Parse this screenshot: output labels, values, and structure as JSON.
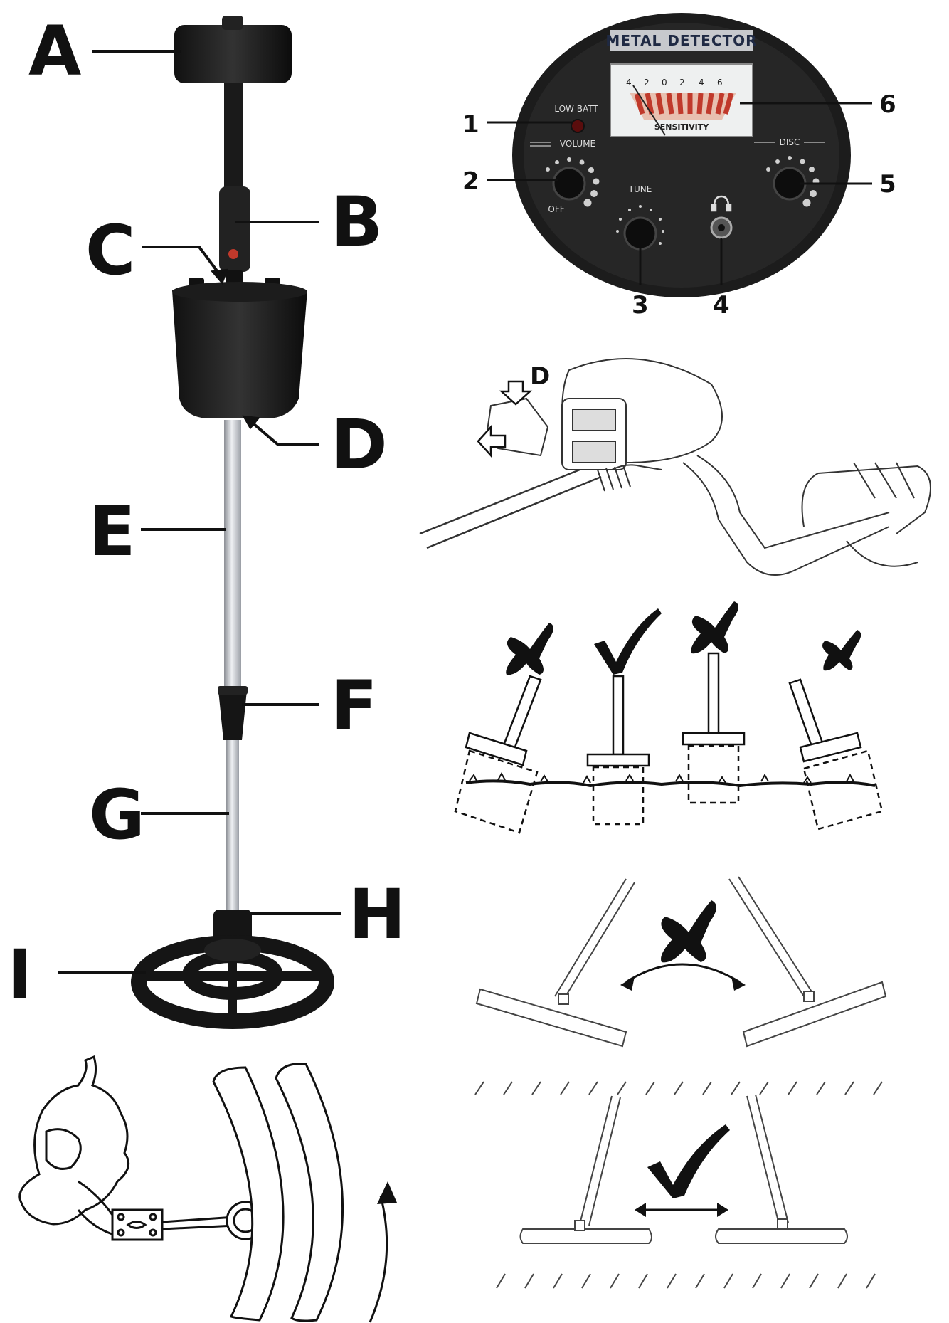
{
  "parts": {
    "A": "A",
    "B": "B",
    "C": "C",
    "D": "D",
    "E": "E",
    "F": "F",
    "G": "G",
    "H": "H",
    "I": "I"
  },
  "panel": {
    "title": "METAL DETECTOR",
    "low_batt": "LOW BATT",
    "volume": "VOLUME",
    "off": "OFF",
    "tune": "TUNE",
    "disc": "DISC",
    "meter_scale": [
      "4",
      "2",
      "0",
      "2",
      "4",
      "6"
    ],
    "meter_word": "SENSITIVITY",
    "callouts": [
      "1",
      "2",
      "3",
      "4",
      "5",
      "6"
    ]
  },
  "battery_detail": {
    "label": "D"
  },
  "icons": [
    "headphone-icon",
    "check-mark-icon",
    "x-mark-icon",
    "arrow-icon"
  ],
  "colors": {
    "ink": "#111111",
    "panel": "#1c1c1c",
    "shaft": "#c9ccd1",
    "meter_bar": "#c0392b"
  }
}
